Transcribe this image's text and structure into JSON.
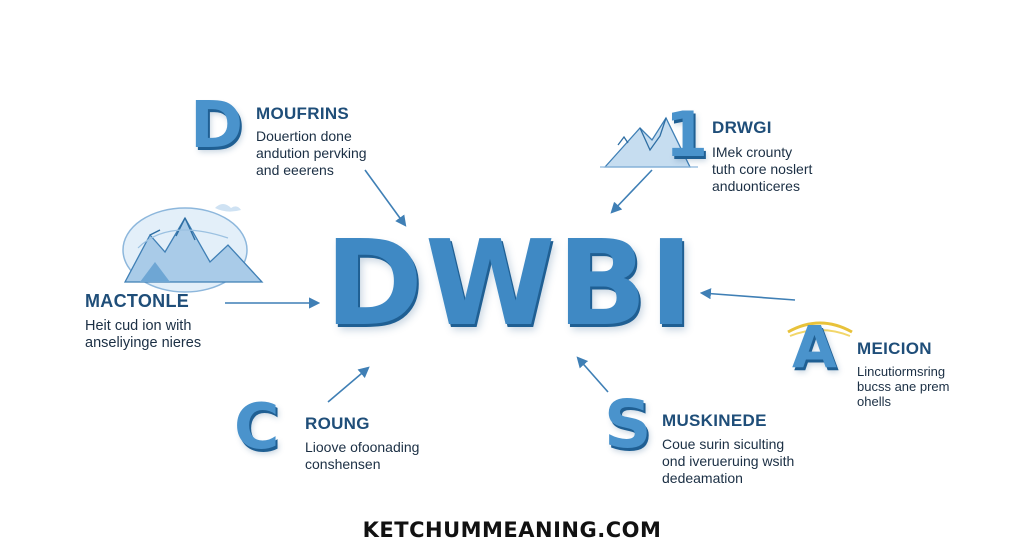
{
  "center": {
    "text": "DWBI"
  },
  "nodes": {
    "d": {
      "letter": "D",
      "title": "MOUFRINS",
      "lines": [
        "Douertion done",
        "andution pervking",
        "and eeerens"
      ]
    },
    "one": {
      "letter": "1",
      "title": "DRWGI",
      "lines": [
        "IMek crounty",
        "tuth core noslert",
        "anduonticeres"
      ]
    },
    "mactonle": {
      "title": "MACTONLE",
      "lines": [
        "Heit cud ion with",
        "anseliyinge nieres"
      ]
    },
    "a": {
      "letter": "A",
      "title": "MEICION",
      "lines": [
        "Lincutiormsring",
        "bucss ane prem",
        "ohells"
      ]
    },
    "c": {
      "letter": "C",
      "title": "ROUNG",
      "lines": [
        "Lioove ofoonading",
        "conshensen"
      ]
    },
    "s": {
      "letter": "S",
      "title": "MUSKINEDE",
      "lines": [
        "Coue surin siculting",
        "ond iverueruing wsith",
        "dedeamation"
      ]
    }
  },
  "footer": {
    "text": "KETCHUMMEANING.COM"
  },
  "colors": {
    "accent": "#3f89c4",
    "dark_accent": "#1f5f93",
    "text": "#1b2f44"
  },
  "icons": [
    "globe-mountain-icon",
    "mountain-peak-icon",
    "arc-ring-icon"
  ]
}
